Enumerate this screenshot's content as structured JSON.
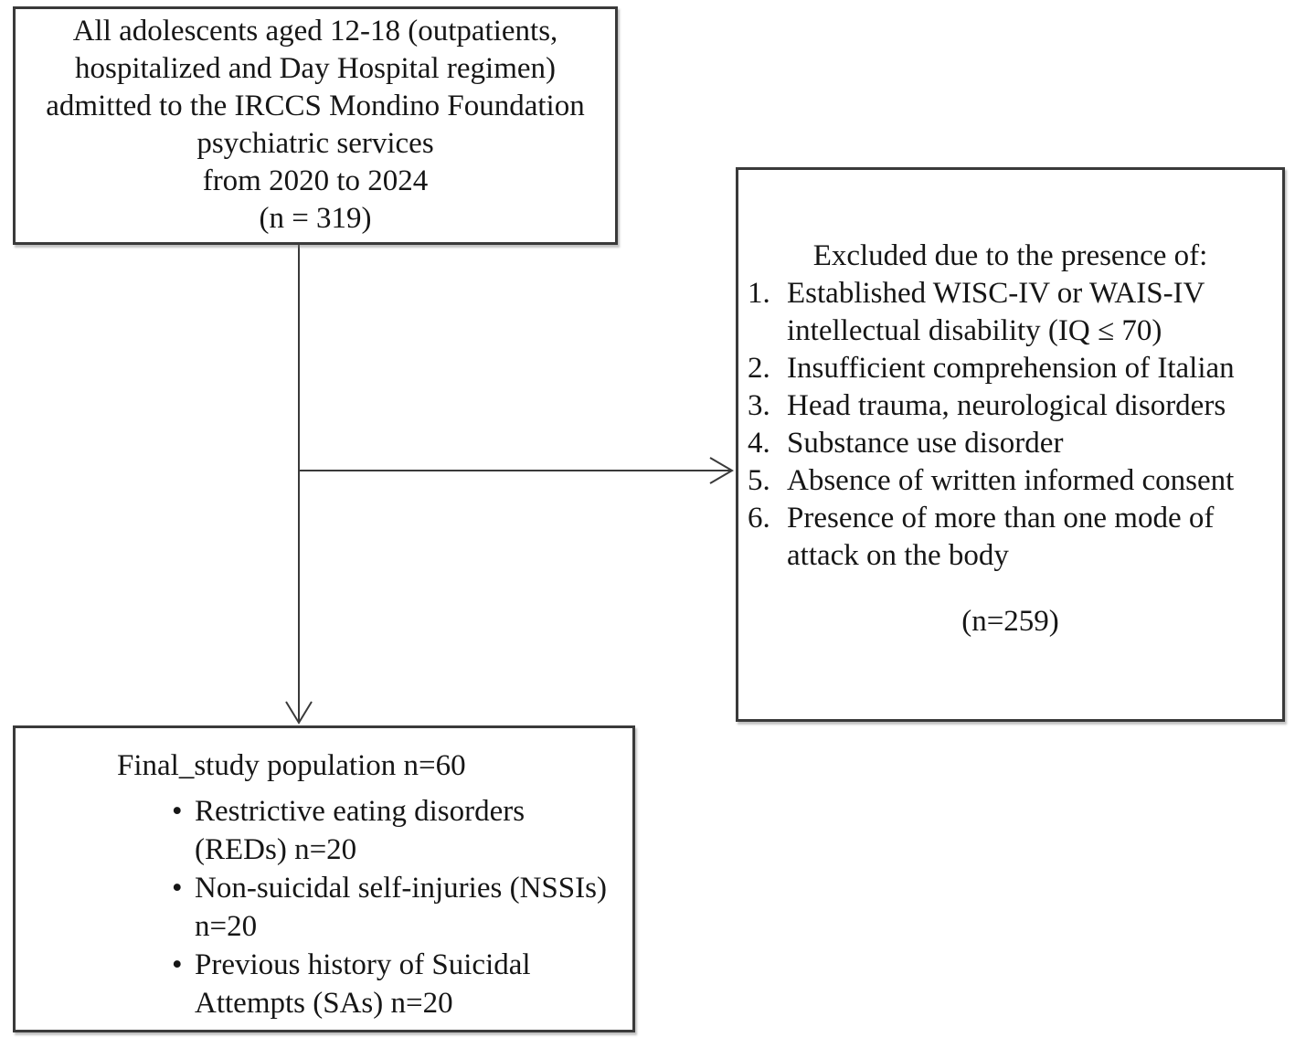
{
  "boxes": {
    "population": {
      "text": "All adolescents aged 12-18 (outpatients,\nhospitalized and Day Hospital regimen)\nadmitted to the IRCCS Mondino Foundation\npsychiatric services\nfrom 2020 to 2024\n(n = 319)"
    },
    "excluded": {
      "heading": "Excluded due to the presence of:",
      "items": [
        {
          "num": "1.",
          "text": "Established WISC-IV or WAIS-IV\nintellectual disability (IQ ≤ 70)"
        },
        {
          "num": "2.",
          "text": "Insufficient comprehension of Italian"
        },
        {
          "num": "3.",
          "text": "Head trauma, neurological disorders"
        },
        {
          "num": "4.",
          "text": "Substance use disorder"
        },
        {
          "num": "5.",
          "text": "Absence of written informed consent"
        },
        {
          "num": "6.",
          "text": "Presence of more than one mode of\nattack on the body"
        }
      ],
      "count": "(n=259)"
    },
    "final": {
      "title": "Final_study population n=60",
      "bullet_char": "•",
      "bullets": [
        "Restrictive eating disorders\n(REDs) n=20",
        "Non-suicidal self-injuries (NSSIs)\nn=20",
        "Previous history of Suicidal\nAttempts (SAs) n=20"
      ]
    }
  },
  "colors": {
    "background": "#ffffff",
    "text": "#161616",
    "border": "#3a3a3a",
    "connector": "#3a3a3a"
  }
}
